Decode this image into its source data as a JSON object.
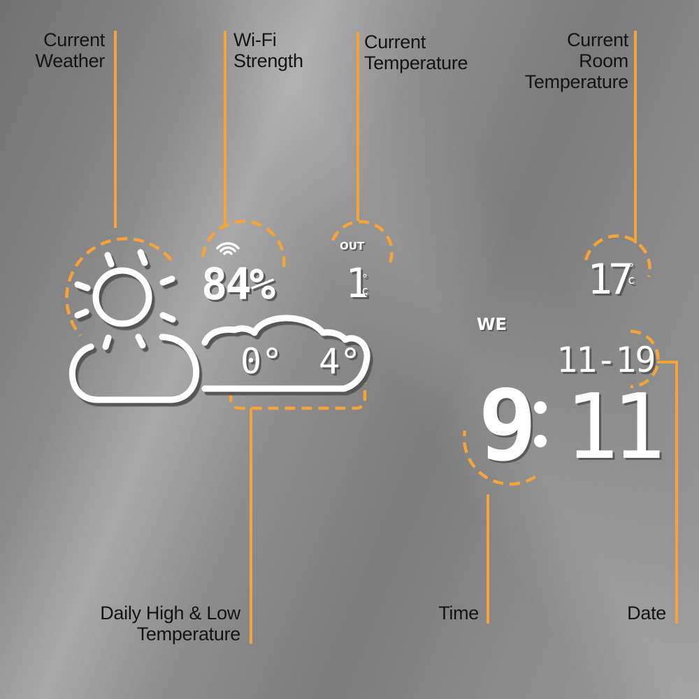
{
  "labels": {
    "current_weather": [
      "Current",
      "Weather"
    ],
    "wifi_strength": [
      "Wi-Fi",
      "Strength"
    ],
    "current_temperature": [
      "Current",
      "Temperature"
    ],
    "current_room_temperature": [
      "Current",
      "Room",
      "Temperature"
    ],
    "daily_high_low": [
      "Daily High & Low",
      "Temperature"
    ],
    "time": "Time",
    "date": "Date"
  },
  "display": {
    "wifi_percent": "84%",
    "outdoor_tag": "OUT",
    "outdoor_temp": "1",
    "room_temp": "17",
    "degree_unit": "°c",
    "low_temp": "0°",
    "high_temp": "4°",
    "weekday": "WE",
    "date": "11-19",
    "time_hour": "9",
    "time_minutes": "11"
  },
  "icons": {
    "weather": "sun-behind-cloud-icon",
    "wifi": "wifi-icon",
    "forecast": "cloud-icon"
  },
  "colors": {
    "callout": "#f6a33a",
    "display": "#ffffff",
    "label": "#141414"
  }
}
